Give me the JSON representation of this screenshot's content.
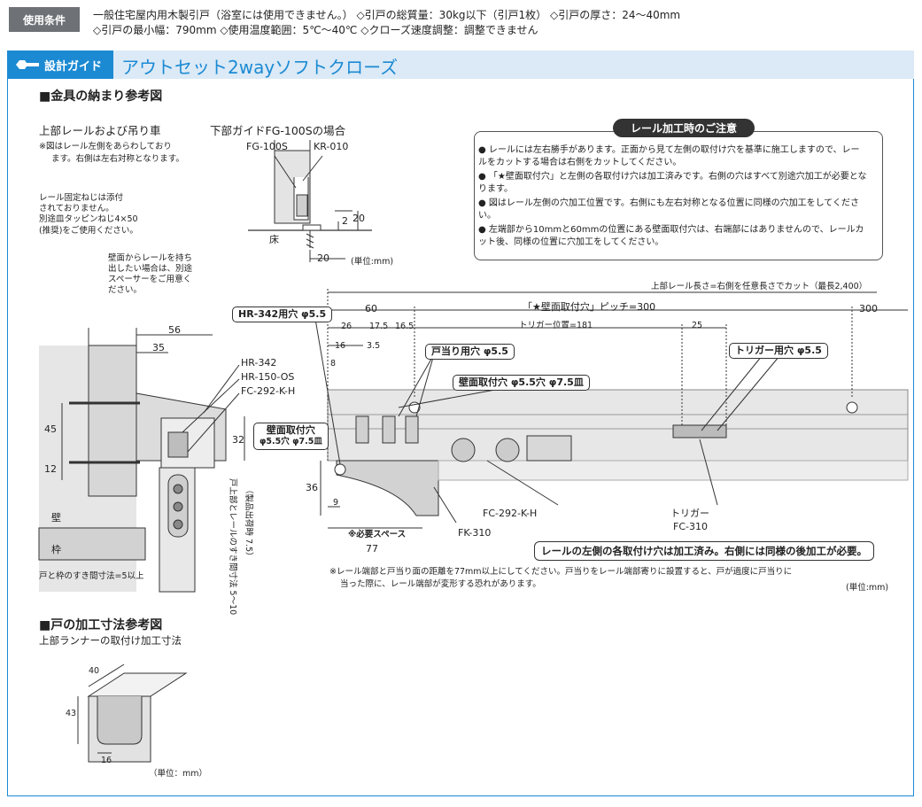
{
  "conditions": {
    "badge": "使用条件",
    "line1": "一般住宅屋内用木製引戸（浴室には使用できません。） ◇引戸の総質量：30kg以下（引戸1枚） ◇引戸の厚さ：24～40mm",
    "line2": "◇引戸の最小幅：790mm ◇使用温度範囲：5℃～40℃ ◇クローズ速度調整：調整できません"
  },
  "guide": {
    "tab_label": "設計ガイド",
    "title": "アウトセット2wayソフトクローズ"
  },
  "section1": {
    "title": "■金具の納まり参考図",
    "upper_title": "上部レールおよび吊り車",
    "upper_note": [
      "※図はレール左側をあらわしており",
      "ます。右側は左右対称となります。"
    ],
    "lower_title": "下部ガイドFG-100Sの場合",
    "lower_labels": {
      "fg": "FG-100S",
      "kr": "KR-010",
      "floor": "床",
      "d2": "2",
      "d20v": "20",
      "d20h": "20",
      "unit": "(単位:mm)"
    },
    "screw_note": [
      "レール固定ねじは添付",
      "されておりません。",
      "別途皿タッピンねじ4×50",
      "(推奨)をご使用ください。"
    ],
    "spacer_note": [
      "壁面からレールを持ち",
      "出したい場合は、別途",
      "スペーサーをご用意く",
      "ださい。"
    ],
    "left_dims": {
      "d56": "56",
      "d35": "35",
      "d45": "45",
      "d12": "12",
      "d32": "32"
    },
    "left_parts": {
      "hr342": "HR-342",
      "hr150": "HR-150-OS",
      "fc292": "FC-292-K-H"
    },
    "left_labels": {
      "wall": "壁",
      "frame": "枠",
      "gap": "戸と枠のすき間寸法=5以上",
      "vertical1": "戸上部とレールのすき間寸法 5～10",
      "vertical2": "（製品出荷時 7.5）"
    }
  },
  "notice": {
    "title": "レール加工時のご注意",
    "items": [
      "レールには左右勝手があります。正面から見て左側の取付け穴を基準に施工しますので、レールをカットする場合は右側をカットしてください。",
      "「★壁面取付穴」と左側の各取付け穴は加工済みです。右側の穴はすべて別途穴加工が必要となります。",
      "図はレール左側の穴加工位置です。右側にも左右対称となる位置に同様の穴加工をしてください。",
      "左端部から10mmと60mmの位置にある壁面取付穴は、右端部にはありませんので、レールカット後、同様の位置に穴加工をしてください。"
    ]
  },
  "rail": {
    "length_label": "上部レール長さ=右側を任意長さでカット（最長2,400）",
    "d60": "60",
    "pitch_label": "「★壁面取付穴」ピッチ=300",
    "d300": "300",
    "d26": "26",
    "d175": "17.5",
    "d165": "16.5",
    "trigger_pos": "トリガー位置=181",
    "d25": "25",
    "d16": "16",
    "d35b": "3.5",
    "d8": "8",
    "d36": "36",
    "d9": "9",
    "hr342_hole": "HR-342用穴 φ5.5",
    "stop_hole": "戸当り用穴 φ5.5",
    "wall_hole": "壁面取付穴 φ5.5穴 φ7.5皿",
    "wall_hole_left1": "壁面取付穴",
    "wall_hole_left2": "φ5.5穴 φ7.5皿",
    "trigger_hole": "トリガー用穴 φ5.5",
    "space_label": "※必要スペース",
    "space_value": "77",
    "fc292": "FC-292-K-H",
    "fk310": "FK-310",
    "trigger_name": "トリガー",
    "fc310": "FC-310",
    "right_note": "レールの左側の各取付け穴は加工済み。右側には同様の後加工が必要。",
    "foot_note1": "※レール端部と戸当り面の距離を77mm以上にしてください。戸当りをレール端部寄りに設置すると、戸が過度に戸当りに",
    "foot_note2": "当った際に、レール端部が変形する恐れがあります。",
    "unit": "(単位:mm)"
  },
  "section2": {
    "title": "■戸の加工寸法参考図",
    "subtitle": "上部ランナーの取付け加工寸法",
    "d40": "40",
    "d43": "43",
    "d16": "16",
    "unit": "（単位：mm）"
  }
}
